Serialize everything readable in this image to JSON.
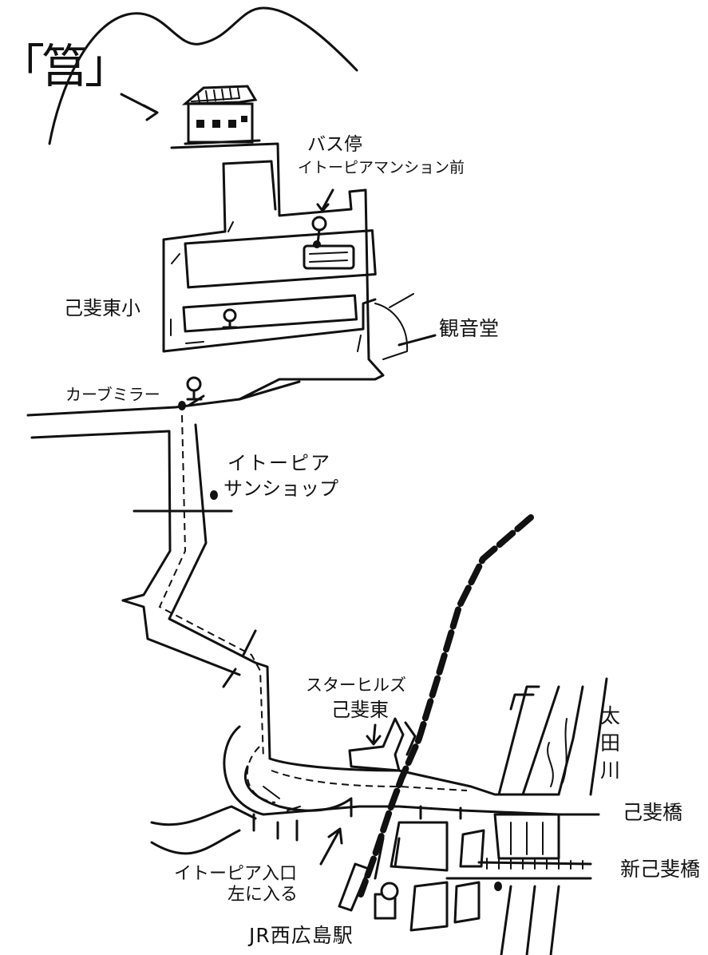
{
  "map": {
    "title": "「筥」",
    "labels": {
      "bus_stop": "バス停",
      "bus_stop_name": "イトーピアマンション前",
      "school": "己斐東小",
      "kannondo": "観音堂",
      "curve_mirror": "カーブミラー",
      "sunshop_line1": "イトーピア",
      "sunshop_line2": "サンショップ",
      "starhills_line1": "スターヒルズ",
      "starhills_line2": "己斐東",
      "river": "太田川",
      "bridge_koi": "己斐橋",
      "bridge_shinkoi": "新己斐橋",
      "entrance_line1": "イトーピア入口",
      "entrance_line2": "左に入る",
      "station": "JR西広島駅"
    },
    "colors": {
      "ink": "#111111",
      "paper": "#ffffff"
    }
  }
}
